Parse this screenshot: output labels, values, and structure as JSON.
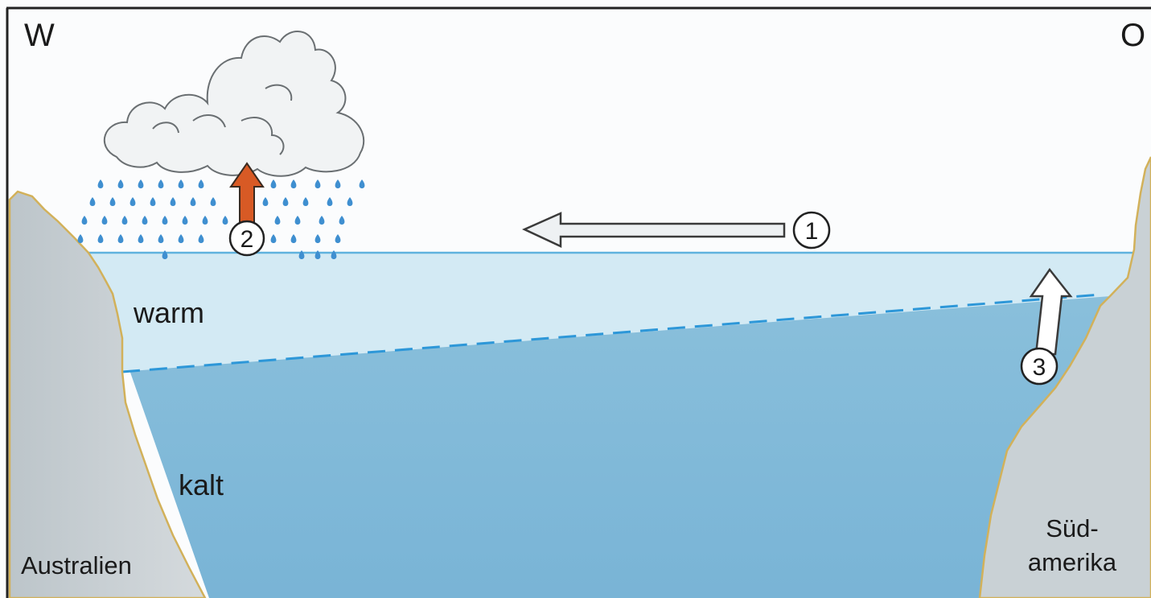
{
  "directions": {
    "west": "W",
    "east": "O"
  },
  "water_layers": {
    "warm": "warm",
    "cold": "kalt"
  },
  "continents": {
    "west": "Australien",
    "east_line1": "Süd-",
    "east_line2": "amerika"
  },
  "markers": {
    "wind": "1",
    "convection": "2",
    "upwelling": "3"
  },
  "icons": [
    "cloud-icon",
    "rain-drops-icon",
    "wind-arrow-icon",
    "rising-air-arrow-icon",
    "upwelling-arrow-icon"
  ],
  "colors": {
    "sky": "#fbfcfd",
    "warm_water": "#cfe8f3",
    "cold_water": "#8fc3dd",
    "land": "#c7cfd3",
    "coast_line": "#d2b15a",
    "rain": "#3f8fd0",
    "thermocline": "#2d97d8",
    "rising_air": "#d85a25"
  }
}
